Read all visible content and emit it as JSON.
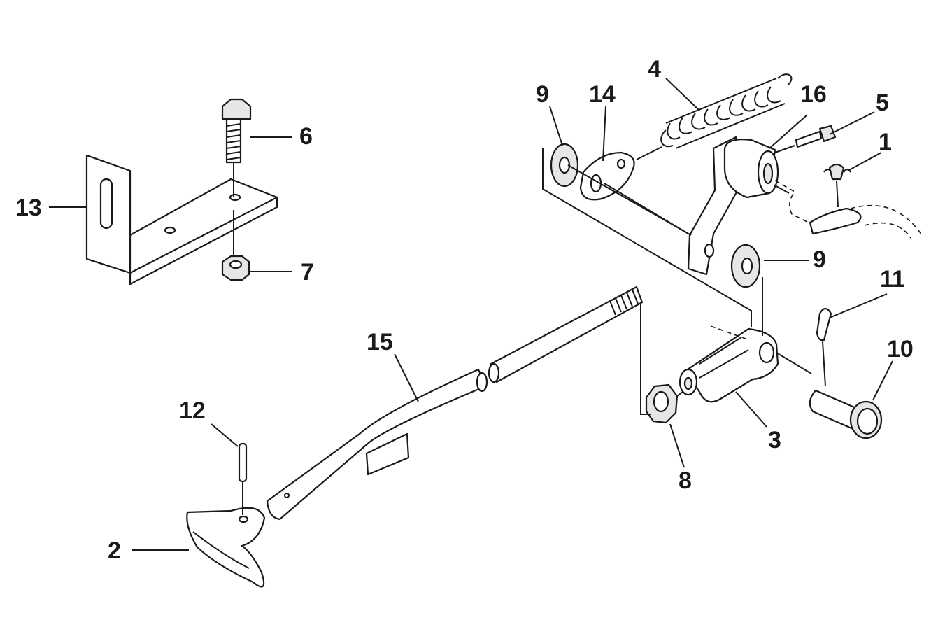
{
  "callouts": {
    "n1": "1",
    "n2": "2",
    "n3": "3",
    "n4": "4",
    "n5": "5",
    "n6": "6",
    "n7": "7",
    "n8": "8",
    "n9a": "9",
    "n9b": "9",
    "n10": "10",
    "n11": "11",
    "n12": "12",
    "n13": "13",
    "n14": "14",
    "n15": "15",
    "n16": "16"
  }
}
